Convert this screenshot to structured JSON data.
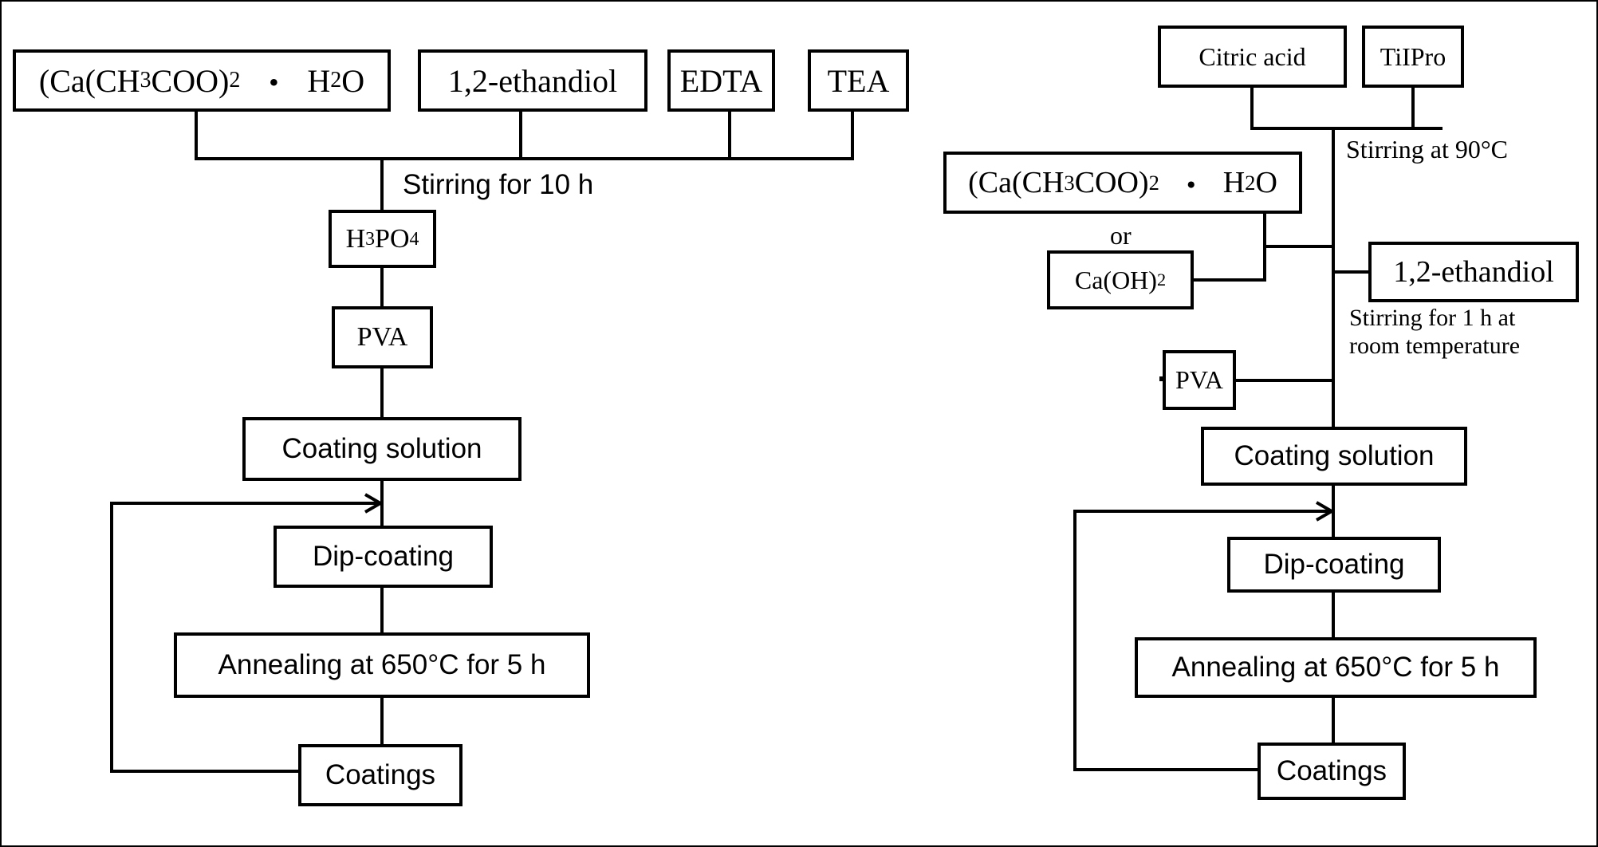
{
  "left": {
    "reagents": {
      "calcium_acetate": {
        "p1": "(Ca(CH",
        "s1": "3",
        "p2": "COO)",
        "s2": "2",
        "dot": "・",
        "p3": "H",
        "s3": "2",
        "p4": "O"
      },
      "ethanediol": "1,2-ethandiol",
      "edta": "EDTA",
      "tea": "TEA"
    },
    "stirring_label": "Stirring for 10 h",
    "phosphoric_acid": {
      "p1": "H",
      "s1": "3",
      "p2": "PO",
      "s2": "4"
    },
    "pva": "PVA",
    "coating_solution": "Coating solution",
    "dip_coating": "Dip-coating",
    "annealing": "Annealing at 650°C for 5 h",
    "coatings": "Coatings"
  },
  "right": {
    "citric_acid": "Citric acid",
    "tiipro": "TiIPro",
    "stirring_90": "Stirring at 90°C",
    "calcium_acetate": {
      "p1": "(Ca(CH",
      "s1": "3",
      "p2": "COO)",
      "s2": "2",
      "dot": "・",
      "p3": "H",
      "s3": "2",
      "p4": "O"
    },
    "or_label": "or",
    "calcium_hydroxide": {
      "p1": "Ca(OH)",
      "s1": "2"
    },
    "ethanediol": "1,2-ethandiol",
    "stirring_room_line1": "Stirring for 1 h at",
    "stirring_room_line2": "room temperature",
    "pva": "PVA",
    "coating_solution": "Coating solution",
    "dip_coating": "Dip-coating",
    "annealing": "Annealing at 650°C for 5 h",
    "coatings": "Coatings"
  }
}
